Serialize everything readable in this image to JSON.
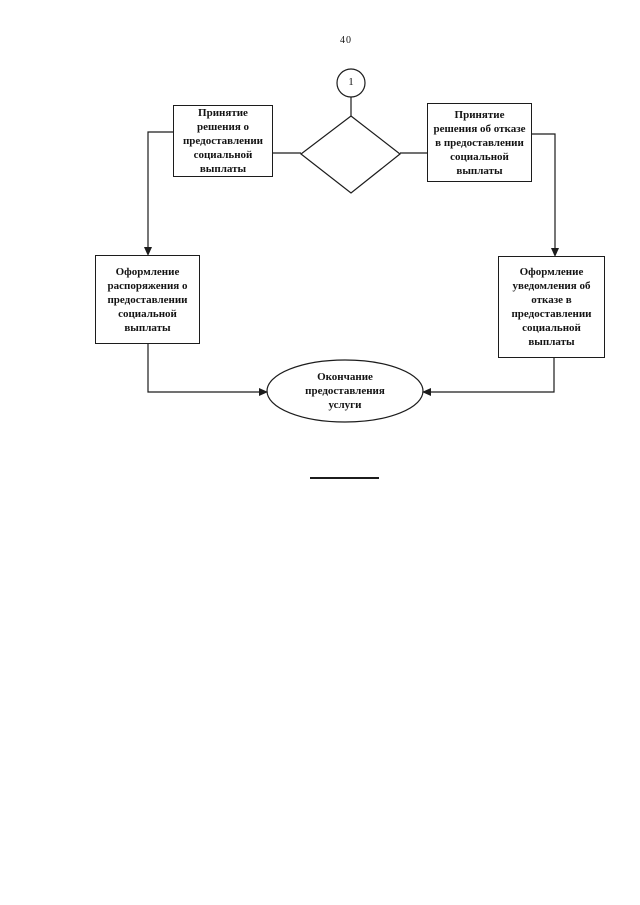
{
  "page": {
    "number": "40"
  },
  "flowchart": {
    "connector": {
      "label": "1"
    },
    "nodes": {
      "approve_decision": {
        "label": "Принятие\nрешения о\nпредоставлении\nсоциальной\nвыплаты"
      },
      "refuse_decision": {
        "label": "Принятие\nрешения об отказе\nв предоставлении\nсоциальной\nвыплаты"
      },
      "approve_order": {
        "label": "Оформление\nраспоряжения о\nпредоставлении\nсоциальной\nвыплаты"
      },
      "refuse_notice": {
        "label": "Оформление\nуведомления об\nотказе в\nпредоставлении\nсоциальной\nвыплаты"
      },
      "end_terminator": {
        "label": "Окончание\nпредоставления\nуслуги"
      }
    },
    "colors": {
      "stroke": "#1c1c1c",
      "text": "#141414",
      "background": "#ffffff"
    }
  }
}
